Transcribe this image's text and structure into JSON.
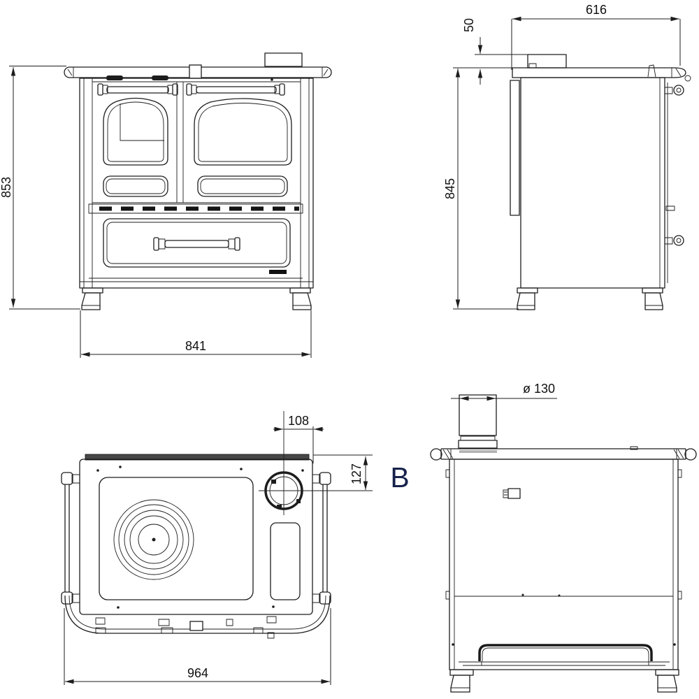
{
  "drawing": {
    "section_label": "B",
    "dims": {
      "front_height": "853",
      "front_width": "841",
      "depth": "616",
      "collar_height": "50",
      "side_height": "845",
      "flue_offset_right": "108",
      "flue_offset_rear": "127",
      "overall_width": "964",
      "flue_diameter": "ø 130"
    },
    "colors": {
      "line": "#1d1d1d",
      "background": "#ffffff",
      "section_label": "#16224a",
      "top_strip": "#474747",
      "badge": "#111111",
      "worktop_shadow": "#777777"
    }
  }
}
